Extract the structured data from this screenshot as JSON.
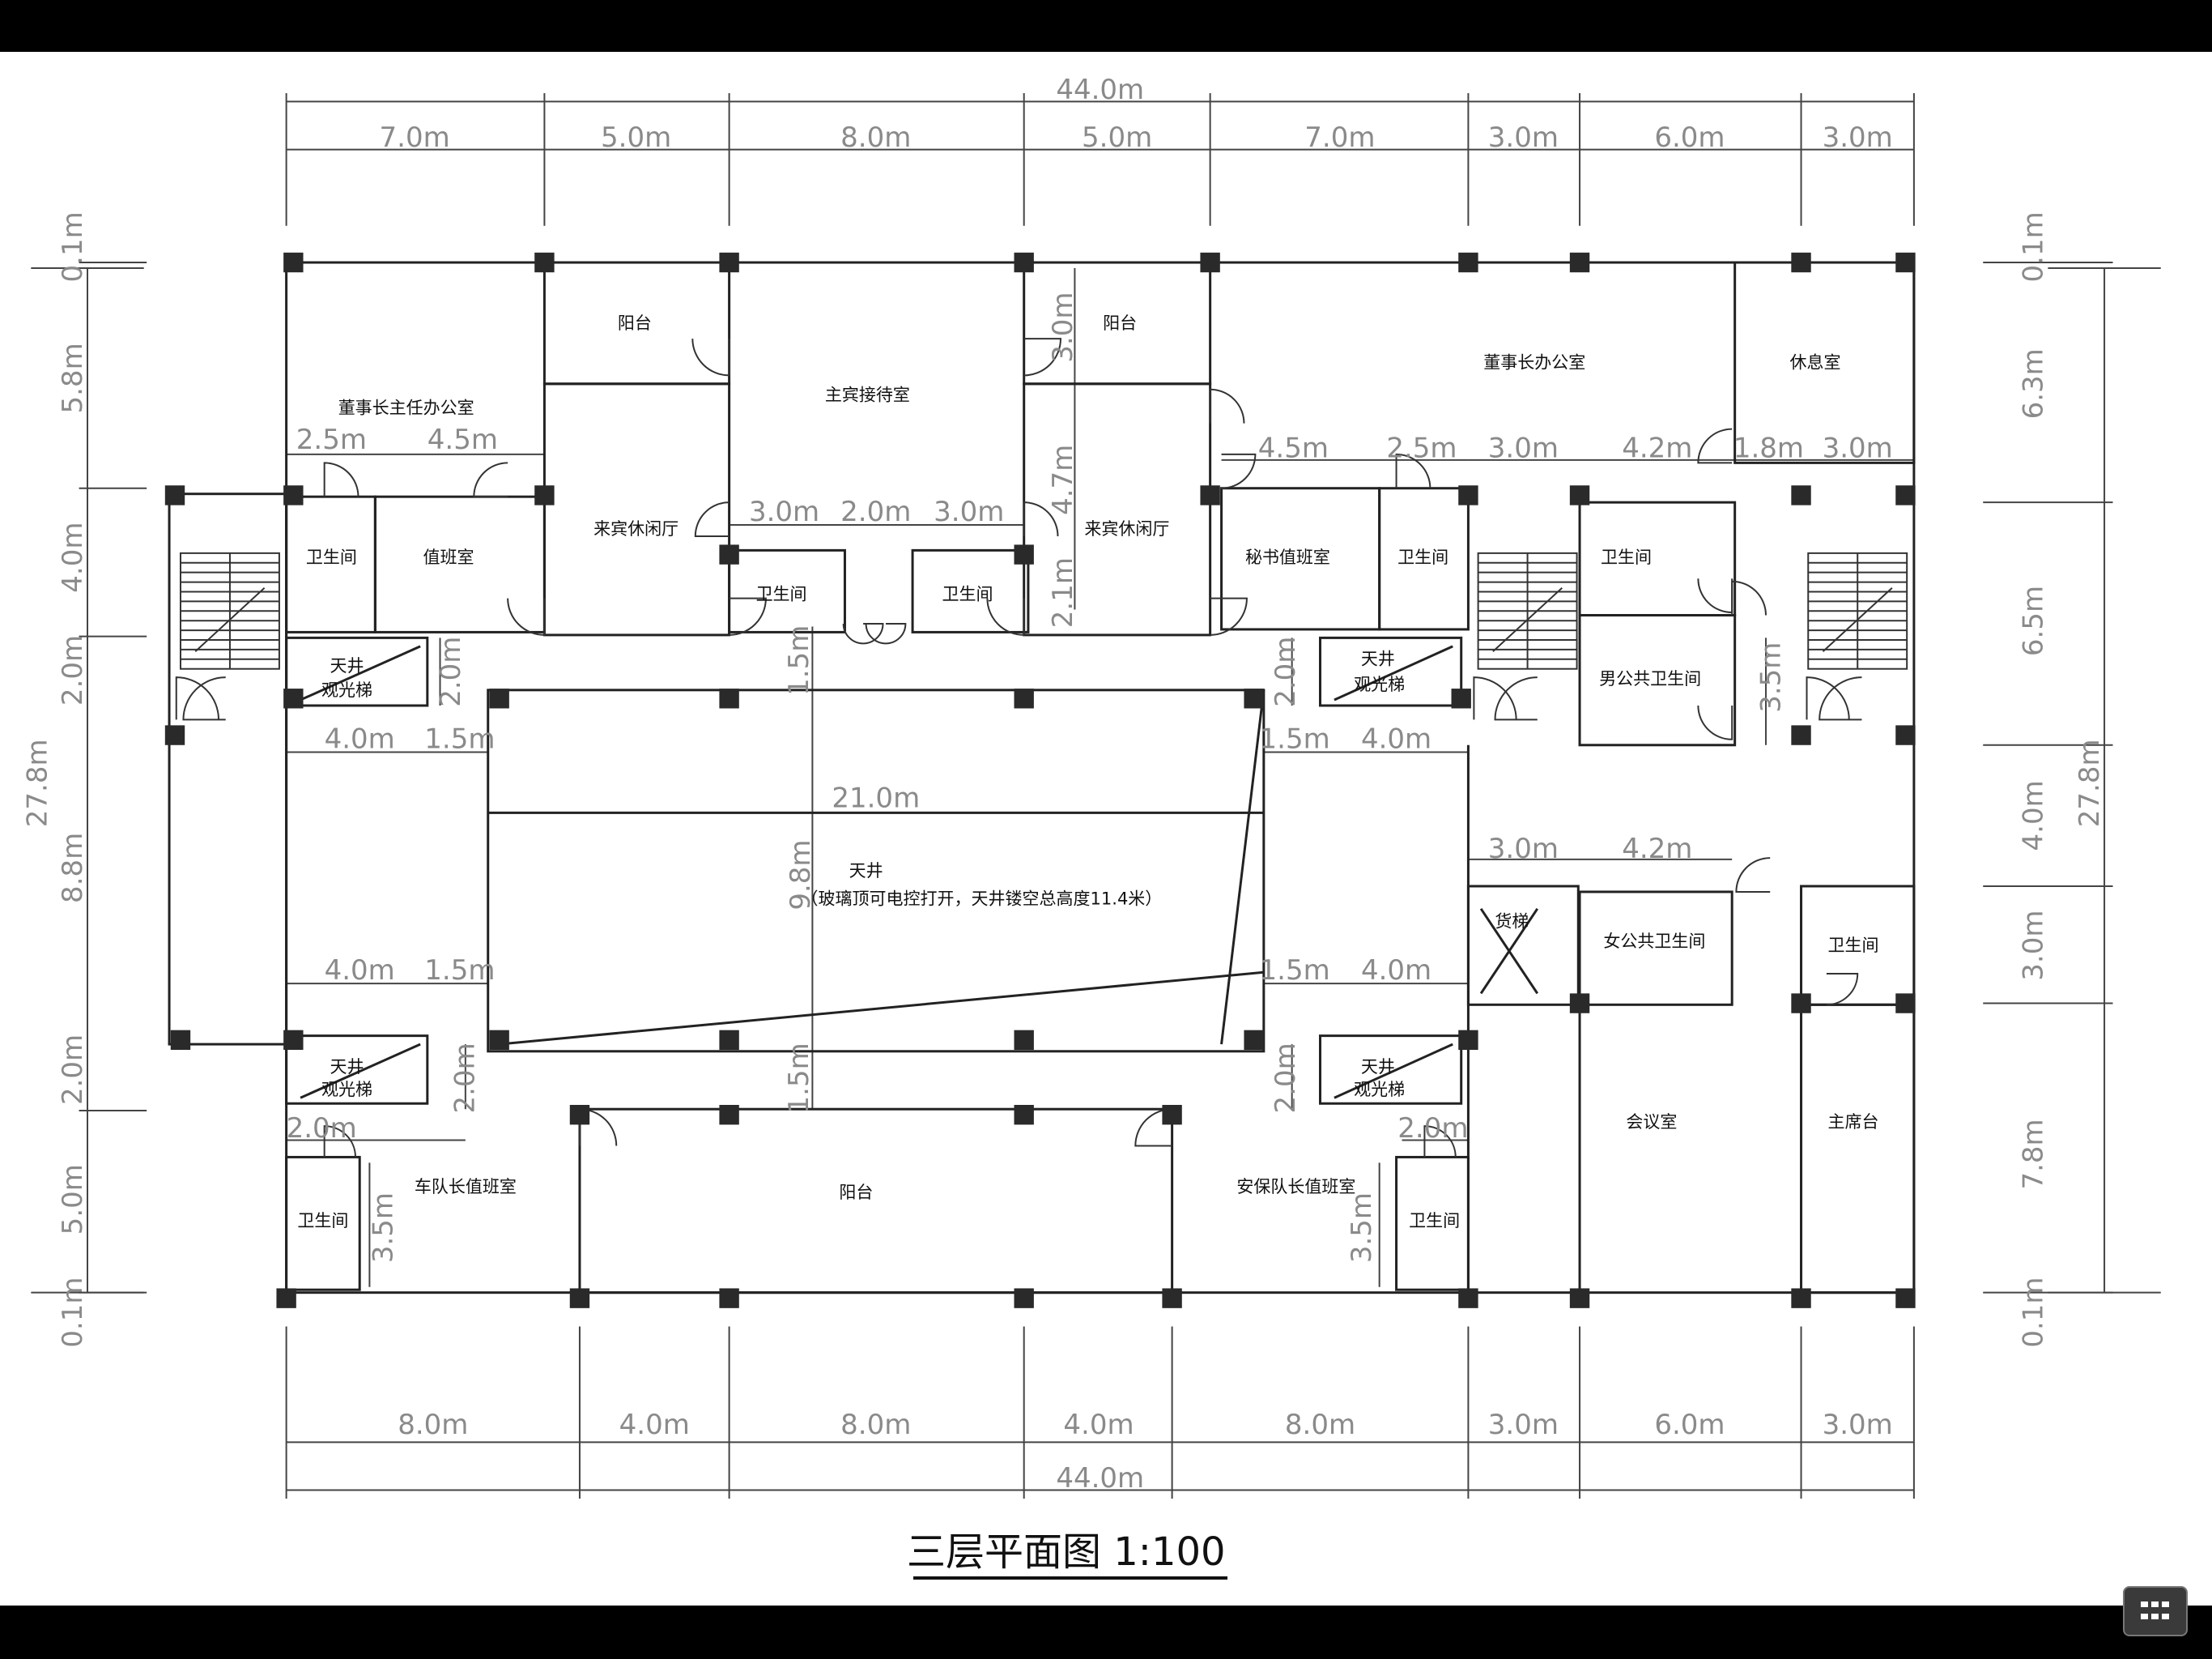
{
  "app": {
    "grid_icon": "grid-icon"
  },
  "plan": {
    "title": "三层平面图 1:100",
    "total_width": "44.0m",
    "total_depth": "27.8m",
    "top_dims": [
      "7.0m",
      "5.0m",
      "8.0m",
      "5.0m",
      "7.0m",
      "3.0m",
      "6.0m",
      "3.0m"
    ],
    "bottom_dims": [
      "8.0m",
      "4.0m",
      "8.0m",
      "4.0m",
      "8.0m",
      "3.0m",
      "6.0m",
      "3.0m"
    ],
    "left_dims": [
      "0.1m",
      "5.8m",
      "4.0m",
      "2.0m",
      "8.8m",
      "2.0m",
      "5.0m",
      "0.1m"
    ],
    "right_dims": [
      "0.1m",
      "6.3m",
      "6.5m",
      "4.0m",
      "3.0m",
      "7.8m",
      "0.1m"
    ],
    "inner_dims": {
      "d1": "2.5m",
      "d2": "4.5m",
      "d3": "3.0m",
      "d4": "2.0m",
      "d5": "3.0m",
      "d6": "4.5m",
      "d7": "2.5m",
      "d8": "3.0m",
      "d9": "4.2m",
      "d10": "1.8m",
      "d11": "3.0m",
      "d12": "3.0m",
      "d13": "4.7m",
      "d14": "2.1m",
      "d15": "1.5m",
      "d16": "2.0m",
      "d17": "2.0m",
      "d18": "3.5m",
      "d19": "4.0m",
      "d20": "1.5m",
      "d21": "1.5m",
      "d22": "4.0m",
      "d23": "21.0m",
      "d24": "9.8m",
      "d25": "3.0m",
      "d26": "4.2m",
      "d27": "4.0m",
      "d28": "1.5m",
      "d29": "1.5m",
      "d30": "4.0m",
      "d31": "2.0m",
      "d32": "2.0m",
      "d33": "1.5m",
      "d34": "2.0m",
      "d35": "2.0m",
      "d36": "3.5m",
      "d37": "3.5m"
    },
    "rooms": {
      "balcony_left": "阳台",
      "balcony_right": "阳台",
      "reception": "主宾接待室",
      "chairman_office": "董事长办公室",
      "rest_room": "休息室",
      "director_office": "董事长主任办公室",
      "toilet_1": "卫生间",
      "duty_room": "值班室",
      "lounge_left": "来宾休闲厅",
      "toilet_2": "卫生间",
      "toilet_3": "卫生间",
      "lounge_right": "来宾休闲厅",
      "secretary_room": "秘书值班室",
      "toilet_4": "卫生间",
      "toilet_5": "卫生间",
      "male_toilet": "男公共卫生间",
      "atrium_tl": "天井",
      "sightseeing_tl": "观光梯",
      "atrium_tr": "天井",
      "sightseeing_tr": "观光梯",
      "atrium_main": "天井",
      "atrium_note": "（玻璃顶可电控打开，天井镂空总高度11.4米）",
      "freight_lift": "货梯",
      "female_toilet": "女公共卫生间",
      "toilet_6": "卫生间",
      "atrium_bl": "天井",
      "sightseeing_bl": "观光梯",
      "atrium_br": "天井",
      "sightseeing_br": "观光梯",
      "meeting_room": "会议室",
      "podium": "主席台",
      "fleet_room": "车队长值班室",
      "toilet_7": "卫生间",
      "balcony_bottom": "阳台",
      "security_room": "安保队长值班室",
      "toilet_8": "卫生间"
    }
  }
}
